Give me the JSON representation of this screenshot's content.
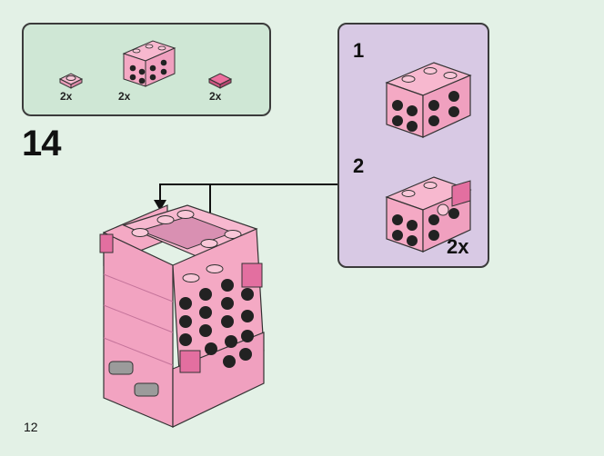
{
  "parts_list": {
    "items": [
      {
        "icon": "round-pink-plate-1x1-icon",
        "quantity": "2x"
      },
      {
        "icon": "pink-bracket-plate-icon",
        "quantity": "2x"
      },
      {
        "icon": "dark-pink-tile-1x1-icon",
        "quantity": "2x"
      }
    ]
  },
  "step": {
    "number": "14"
  },
  "sub_assembly": {
    "steps": [
      {
        "number": "1"
      },
      {
        "number": "2"
      }
    ],
    "quantity": "2x"
  },
  "page": {
    "number": "12"
  },
  "colors": {
    "page_background": "#e3f1e6",
    "parts_panel": "#cfe7d5",
    "sub_panel": "#d8c9e4",
    "brick_pink": "#f4a9c4",
    "brick_dark_pink": "#e36fa0",
    "outline": "#3b3b3b"
  }
}
